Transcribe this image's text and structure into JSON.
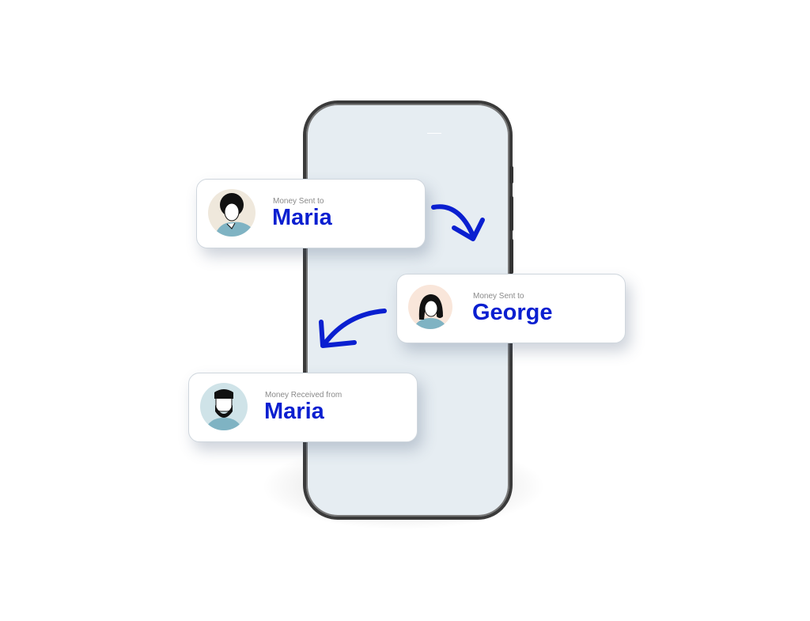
{
  "cards": [
    {
      "label": "Money Sent to",
      "name": "Maria"
    },
    {
      "label": "Money Sent to",
      "name": "George"
    },
    {
      "label": "Money Received from",
      "name": "Maria"
    }
  ],
  "colors": {
    "accent": "#0a1fd0",
    "screen": "#e6edf2"
  }
}
